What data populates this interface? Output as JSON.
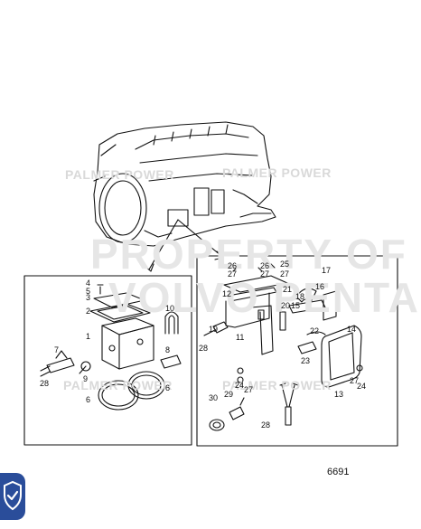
{
  "watermarks": {
    "brand_a": "PALMER POWER",
    "brand_b": "PALMER POWER",
    "brand_c": "PALMER POWER",
    "brand_d": "PALMER POWER",
    "property_line1": "PROPERTY OF",
    "property_line2": "VOLVO PENTA"
  },
  "figure_number": "6691",
  "icons": {
    "corner_badge": "shield-check-icon"
  },
  "left_panel_labels": [
    "4",
    "5",
    "3",
    "2",
    "1",
    "7",
    "28",
    "9",
    "10",
    "8",
    "6",
    "6"
  ],
  "right_panel_labels": [
    "26",
    "27",
    "26",
    "25",
    "27",
    "27",
    "17",
    "12",
    "21",
    "18",
    "16",
    "20",
    "15",
    "19",
    "28",
    "11",
    "22",
    "23",
    "14",
    "13",
    "27",
    "24",
    "24",
    "27",
    "30",
    "29",
    "28"
  ]
}
